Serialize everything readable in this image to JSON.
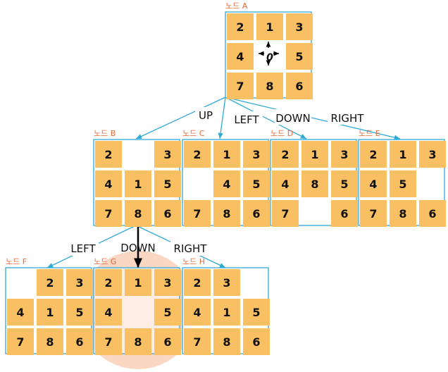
{
  "colors": {
    "tile": "#f8bf63",
    "frame": "#2fa9d6",
    "node_label": "#e56a3a",
    "tree_line": "#2fa9d6",
    "highlight": "#f39a6a"
  },
  "nodes": [
    {
      "id": "A",
      "label": "노드 A",
      "cells": [
        "2",
        "1",
        "3",
        "4",
        "0",
        "5",
        "7",
        "8",
        "6"
      ]
    },
    {
      "id": "B",
      "label": "노드 B",
      "cells": [
        "2",
        "",
        "3",
        "4",
        "1",
        "5",
        "7",
        "8",
        "6"
      ]
    },
    {
      "id": "C",
      "label": "노드 C",
      "cells": [
        "2",
        "1",
        "3",
        "",
        "4",
        "5",
        "7",
        "8",
        "6"
      ]
    },
    {
      "id": "D",
      "label": "노드 D",
      "cells": [
        "2",
        "1",
        "3",
        "4",
        "8",
        "5",
        "7",
        "",
        "6"
      ]
    },
    {
      "id": "E",
      "label": "노드 E",
      "cells": [
        "2",
        "1",
        "3",
        "4",
        "5",
        "",
        "7",
        "8",
        "6"
      ]
    },
    {
      "id": "F",
      "label": "노드 F",
      "cells": [
        "",
        "2",
        "3",
        "4",
        "1",
        "5",
        "7",
        "8",
        "6"
      ]
    },
    {
      "id": "G",
      "label": "노드 G",
      "cells": [
        "2",
        "1",
        "3",
        "4",
        "",
        "5",
        "7",
        "8",
        "6"
      ]
    },
    {
      "id": "H",
      "label": "노드 H",
      "cells": [
        "2",
        "3",
        "",
        "4",
        "1",
        "5",
        "7",
        "8",
        "6"
      ]
    }
  ],
  "moves": {
    "up": "UP",
    "left": "LEFT",
    "down": "DOWN",
    "right": "RIGHT",
    "left2": "LEFT",
    "down2": "DOWN",
    "right2": "RIGHT"
  },
  "highlighted_node": "G"
}
